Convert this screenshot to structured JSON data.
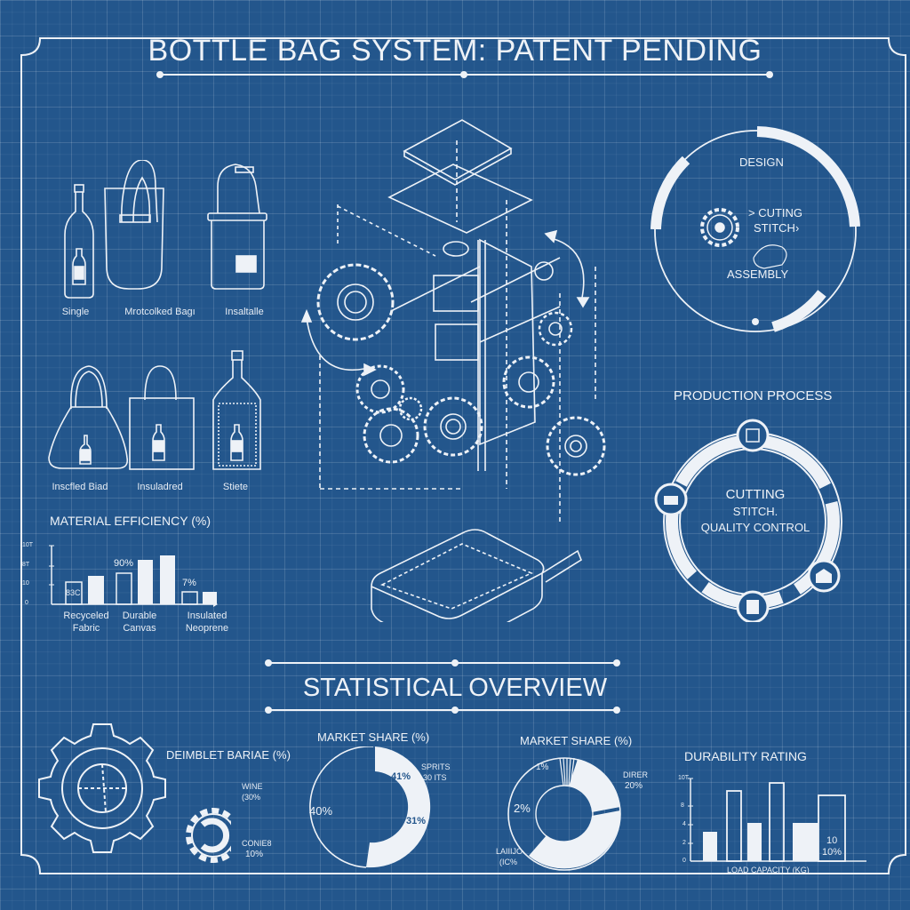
{
  "header": {
    "title": "BOTTLE BAG SYSTEM: PATENT PENDING"
  },
  "colors": {
    "background": "#23568c",
    "grid": "#4a78a8",
    "stroke": "#eef2f7"
  },
  "products_row1": [
    {
      "label": "Single",
      "icon": "wine-bottle-icon"
    },
    {
      "label": "Mrotcolked Bagı",
      "icon": "tote-bag-icon"
    },
    {
      "label": "Insaltalle",
      "icon": "insulated-cooler-icon"
    }
  ],
  "products_row2": [
    {
      "label": "Inscfled Biad",
      "icon": "sling-bag-icon"
    },
    {
      "label": "Insuladred",
      "icon": "insulated-tote-icon"
    },
    {
      "label": "Stiete",
      "icon": "bottle-sleeve-icon"
    }
  ],
  "material_chart": {
    "title": "MATERIAL EFFICIENCY (%)",
    "y_ticks": [
      "10T",
      "8T",
      "10",
      "0"
    ],
    "bar_labels": [
      "83C",
      "90%",
      "7%"
    ],
    "categories": [
      "Recyceled Fabric",
      "Durable Canvas",
      "Insulated Neoprene"
    ],
    "cat_line1": [
      "Recyceled",
      "Durable",
      "Insulated"
    ],
    "cat_line2": [
      "Fabric",
      "Canvas",
      "Neoprene"
    ]
  },
  "design_cycle": {
    "top": "DESIGN",
    "line1": "> CUTING",
    "line2": "STITCH›",
    "bottom": "ASSEMBLY"
  },
  "production": {
    "title": "PRODUCTION PROCESS",
    "line1": "CUTTING",
    "line2": "STITCH.",
    "line3": "QUALITY CONTROL"
  },
  "stats": {
    "title": "STATISTICAL OVERVIEW"
  },
  "gear_stat": {
    "title": "DEIMBLET BARIAE (%)",
    "wine_label": "WINE",
    "wine_value": "(30%",
    "other_label": "CONIE8",
    "other_value": "10%"
  },
  "market_share_1": {
    "title": "MARKET SHARE (%)",
    "left_value": "40%",
    "top_value": "41%",
    "lower_value": "31%",
    "legend_1": "SPRITS",
    "legend_2": "30 ITS"
  },
  "market_share_2": {
    "title": "MARKET SHARE (%)",
    "top_value": "1%",
    "left_value": "2%",
    "right_label": "DIRER",
    "right_value": "20%",
    "bottom_label": "LAIIIJO",
    "bottom_value": "(IC%"
  },
  "durability": {
    "title": "DURABILITY RATING",
    "y_ticks": [
      "10T",
      "8",
      "4",
      "2",
      "0"
    ],
    "annotation_1": "10",
    "annotation_2": "10%",
    "xlabel": "LOAD CAPACITY (KG)"
  },
  "chart_data": [
    {
      "type": "bar",
      "title": "MATERIAL EFFICIENCY (%)",
      "categories": [
        "Recyceled Fabric",
        "Durable Canvas",
        "Insulated Neoprene"
      ],
      "series": [
        {
          "name": "outline",
          "values": [
            30,
            55,
            17
          ]
        },
        {
          "name": "filled",
          "values": [
            48,
            76,
            14
          ]
        }
      ],
      "extra_bar": {
        "category": "Durable Canvas",
        "value": 82
      },
      "annotations": [
        "83C",
        "90%",
        "7%"
      ],
      "y_ticks": [
        "0",
        "10",
        "8T",
        "10T"
      ],
      "xlabel": "",
      "ylabel": ""
    },
    {
      "type": "pie",
      "title": "MARKET SHARE (%)",
      "labels": [
        "Outline segment",
        "Filled segment"
      ],
      "values": [
        40,
        60
      ],
      "annotations": [
        "40%",
        "41%",
        "31%",
        "SPRITS 30 ITS"
      ]
    },
    {
      "type": "pie",
      "title": "MARKET SHARE (%)",
      "labels": [
        "1%",
        "DIRER",
        "LAIIIJO",
        "2%"
      ],
      "values": [
        5,
        20,
        45,
        30
      ],
      "annotations": [
        "1%",
        "2%",
        "DIRER 20%",
        "LAIIIJO (IC%"
      ]
    },
    {
      "type": "bar",
      "title": "DURABILITY RATING",
      "xlabel": "LOAD CAPACITY (KG)",
      "y_ticks": [
        "0",
        "2",
        "4",
        "8",
        "10T"
      ],
      "series": [
        {
          "name": "filled",
          "values": [
            3,
            4,
            4
          ]
        },
        {
          "name": "outline",
          "values": [
            7.5,
            8.5,
            7
          ]
        }
      ],
      "annotations": [
        "10",
        "10%"
      ]
    }
  ]
}
